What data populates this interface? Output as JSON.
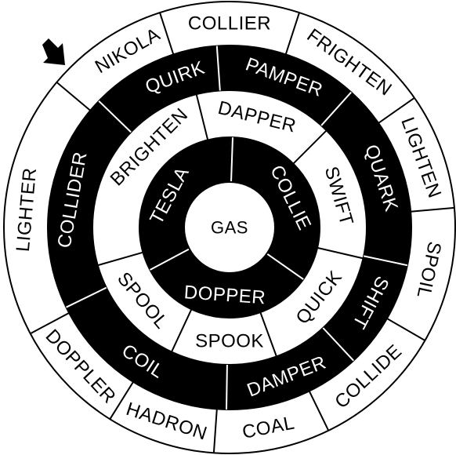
{
  "puzzle": {
    "center_label": "GAS",
    "colors": {
      "dark": "#000000",
      "light": "#ffffff",
      "line": "#000000"
    },
    "start_marker": "arrow-icon",
    "rings": [
      {
        "name": "ring-1",
        "fill": "dark",
        "words": [
          "COLLIE",
          "DOPPER",
          "TESLA"
        ]
      },
      {
        "name": "ring-2",
        "fill": "light",
        "words": [
          "DAPPER",
          "SWIFT",
          "QUICK",
          "SPOOK",
          "SPOOL",
          "BRIGHTEN"
        ]
      },
      {
        "name": "ring-3",
        "fill": "dark",
        "words": [
          "PAMPER",
          "QUARK",
          "SHIFT",
          "DAMPER",
          "COIL",
          "COLLIDER",
          "QUIRK"
        ]
      },
      {
        "name": "ring-4",
        "fill": "light",
        "words": [
          "COLLIER",
          "FRIGHTEN",
          "LIGHTEN",
          "SPOIL",
          "COLLIDE",
          "COAL",
          "HADRON",
          "DOPPLER",
          "LIGHTER",
          "NIKOLA"
        ]
      }
    ]
  }
}
